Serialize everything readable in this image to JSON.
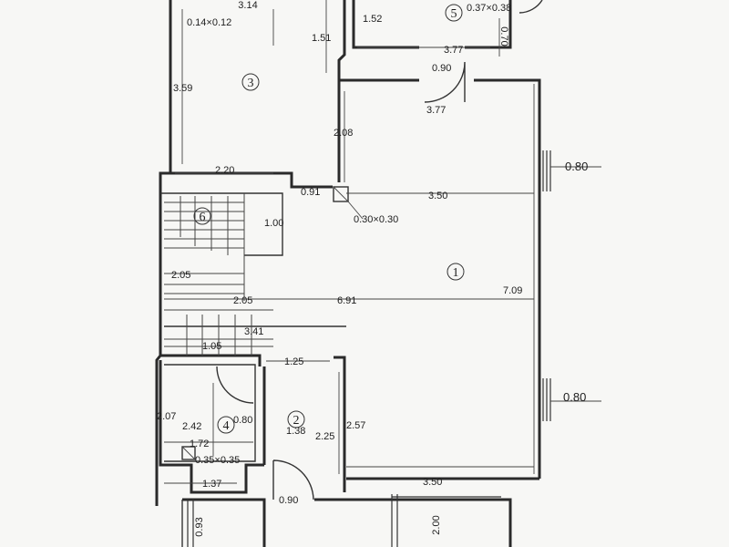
{
  "rooms": {
    "r1": "1",
    "r2": "2",
    "r3": "3",
    "r4": "4",
    "r5": "5",
    "r6": "6"
  },
  "dimensions": {
    "d_314": "3.14",
    "d_014x012": "0.14×0.12",
    "d_152": "1.52",
    "d_037x038": "0.37×0.38",
    "d_151": "1.51",
    "d_377": "3.77",
    "d_070": "0.70",
    "d_090_top": "0.90",
    "d_359": "3.59",
    "d_377b": "3.77",
    "d_208": "2.08",
    "d_080_right": "0.80",
    "d_220": "2.20",
    "d_091": "0.91",
    "d_350_mid": "3.50",
    "d_030x030": "0.30×0.30",
    "d_100": "1.00",
    "d_205a": "2.05",
    "d_205b": "2.05",
    "d_691": "6.91",
    "d_709": "7.09",
    "d_341": "3.41",
    "d_105": "1.05",
    "d_125": "1.25",
    "d_080_right2": "0.80",
    "d_207": "2.07",
    "d_242": "2.42",
    "d_080_wc": "0.80",
    "d_138": "1.38",
    "d_225": "2.25",
    "d_257": "2.57",
    "d_172": "1.72",
    "d_035x035": "0.35×0.35",
    "d_137": "1.37",
    "d_350_bottom": "3.50",
    "d_090_bottom": "0.90",
    "d_093": "0.93",
    "d_200": "2.00"
  }
}
